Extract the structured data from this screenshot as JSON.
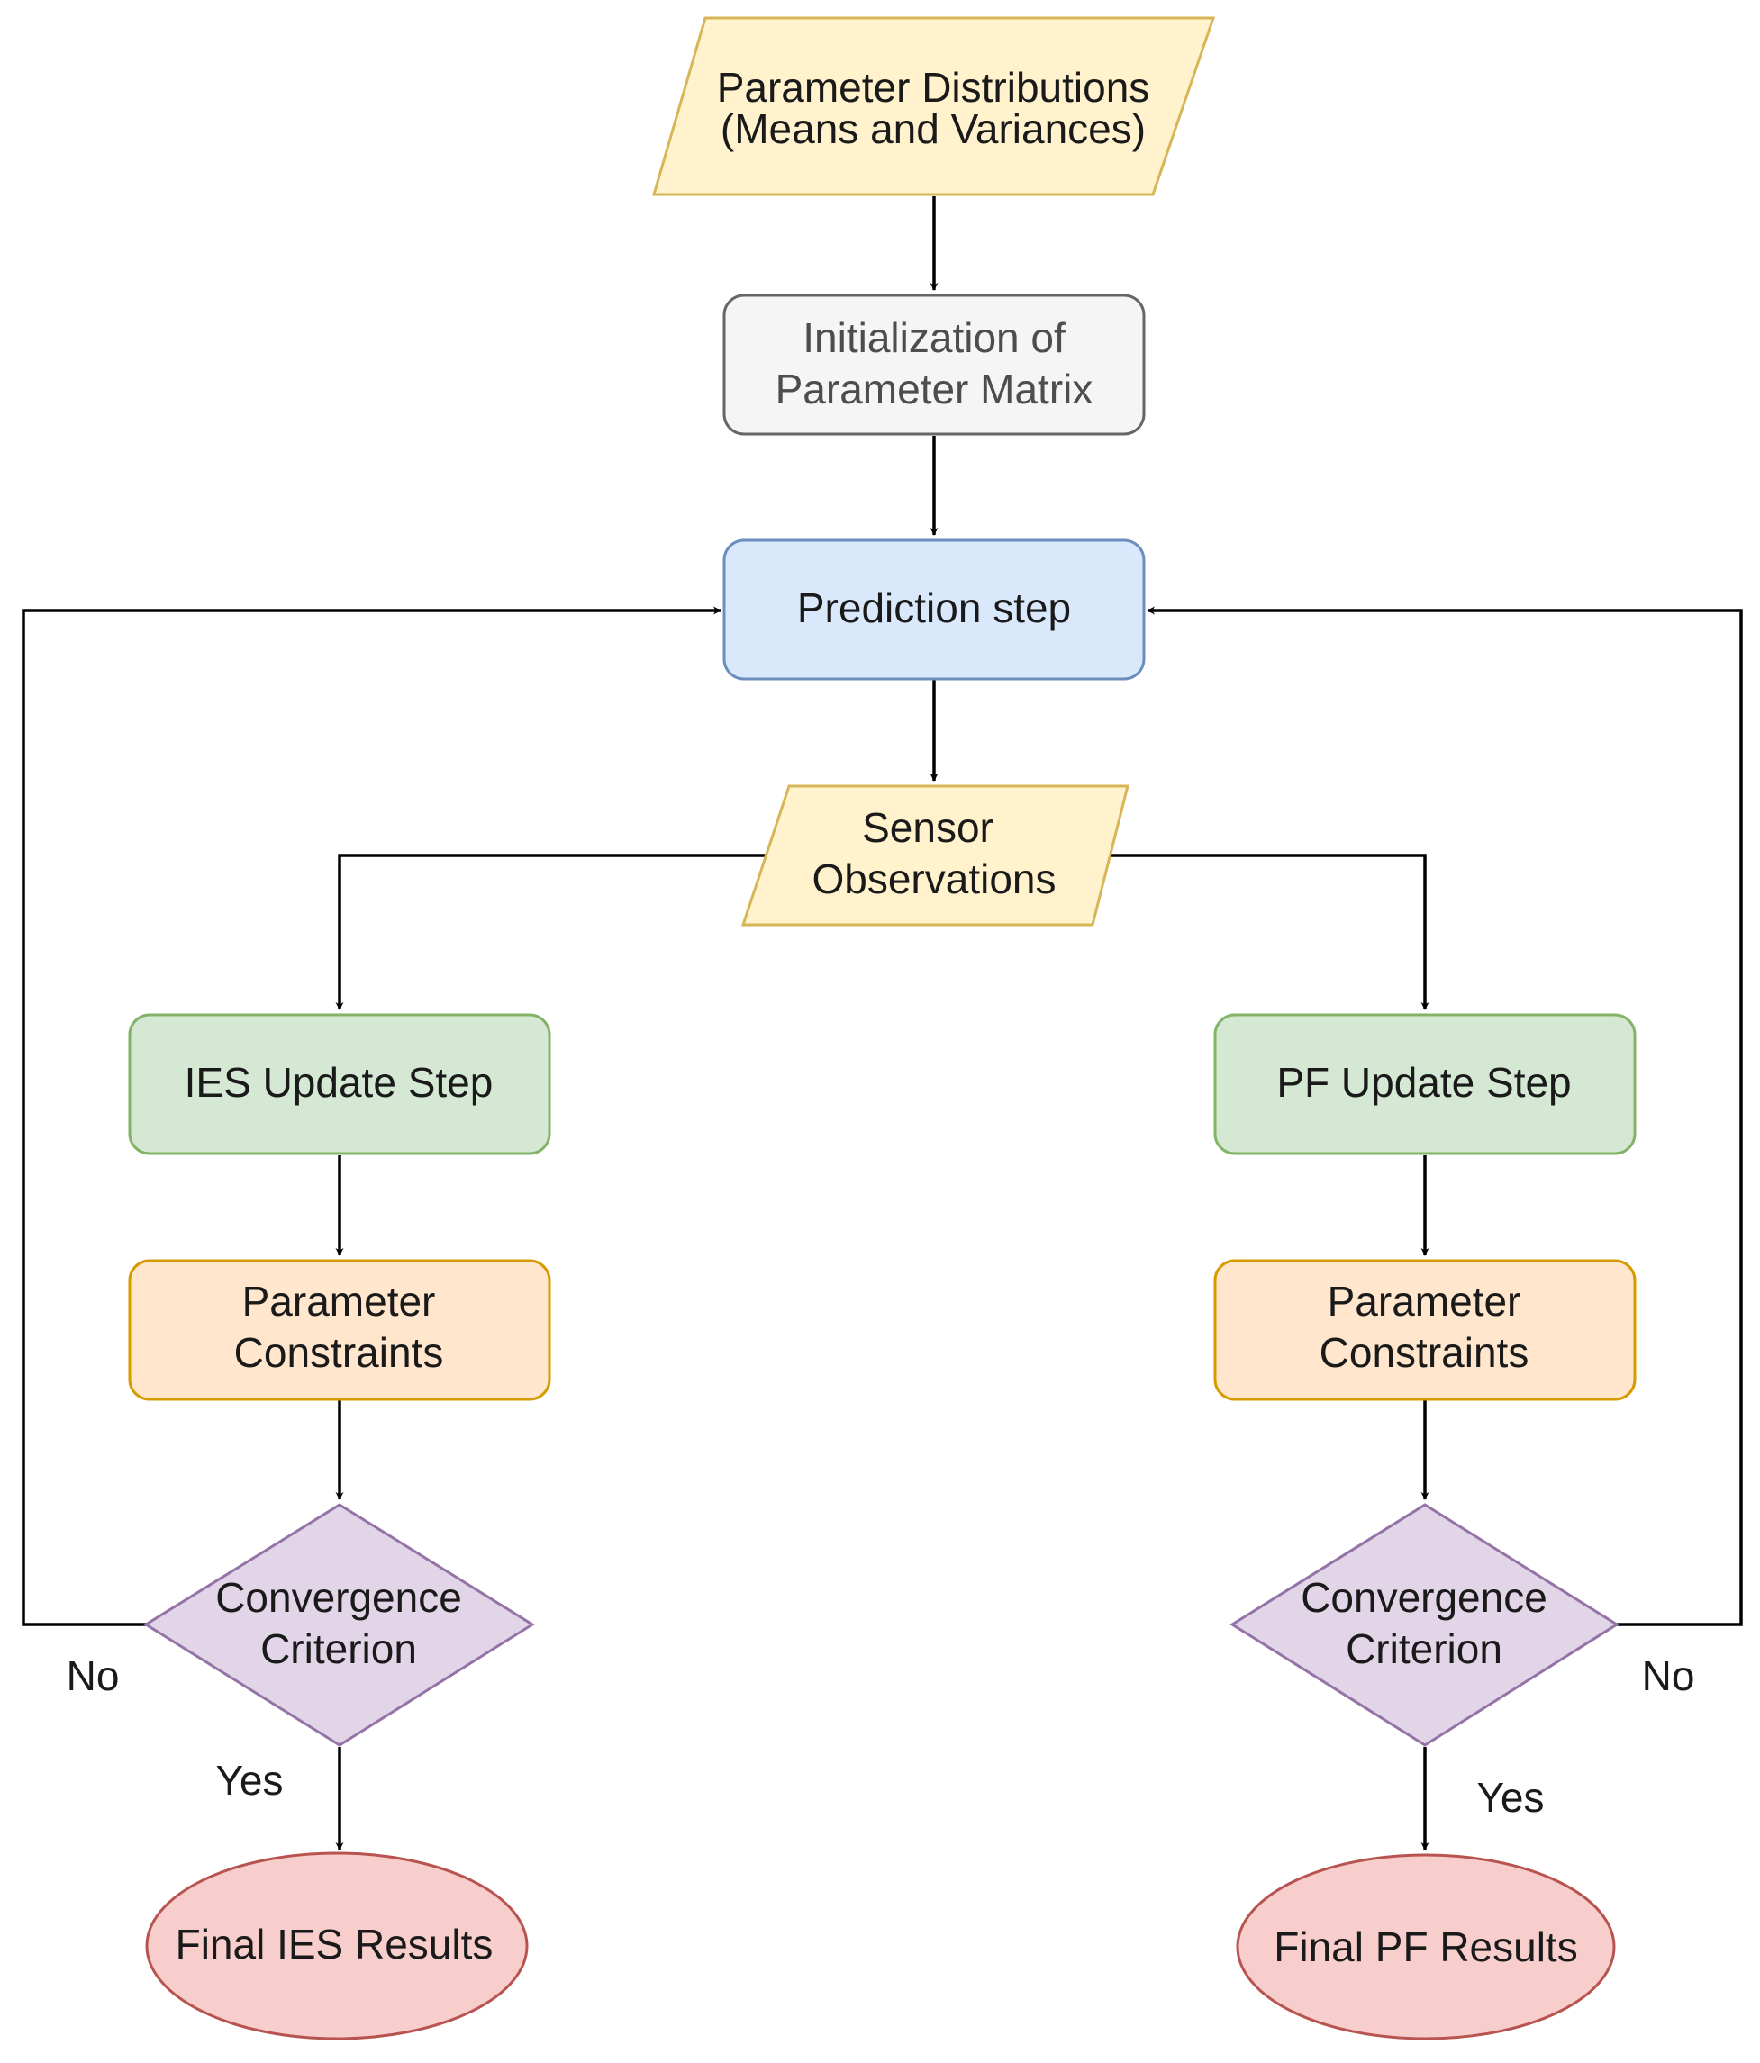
{
  "colors": {
    "input_fill": "#fff2cc",
    "input_stroke": "#d6b656",
    "init_fill": "#f5f5f5",
    "init_stroke": "#666666",
    "predict_fill": "#dae8fc",
    "predict_stroke": "#6c8ebf",
    "update_fill": "#d5e8d4",
    "update_stroke": "#82b366",
    "constraint_fill": "#ffe6cc",
    "constraint_stroke": "#d79b00",
    "decision_fill": "#e1d5e7",
    "decision_stroke": "#9673a6",
    "result_fill": "#f8cecc",
    "result_stroke": "#b85450"
  },
  "nodes": {
    "parameter_distributions": {
      "line1": "Parameter Distributions",
      "line2": "(Means and Variances)"
    },
    "initialization": {
      "line1": "Initialization of",
      "line2": "Parameter Matrix"
    },
    "prediction": {
      "label": "Prediction step"
    },
    "sensor_observations": {
      "line1": "Sensor",
      "line2": "Observations"
    },
    "ies_update": {
      "label": "IES Update Step"
    },
    "pf_update": {
      "label": "PF Update Step"
    },
    "ies_constraints": {
      "line1": "Parameter",
      "line2": "Constraints"
    },
    "pf_constraints": {
      "line1": "Parameter",
      "line2": "Constraints"
    },
    "ies_convergence": {
      "line1": "Convergence",
      "line2": "Criterion"
    },
    "pf_convergence": {
      "line1": "Convergence",
      "line2": "Criterion"
    },
    "ies_results": {
      "label": "Final IES Results"
    },
    "pf_results": {
      "label": "Final PF Results"
    }
  },
  "edge_labels": {
    "ies_no": "No",
    "ies_yes": "Yes",
    "pf_no": "No",
    "pf_yes": "Yes"
  }
}
